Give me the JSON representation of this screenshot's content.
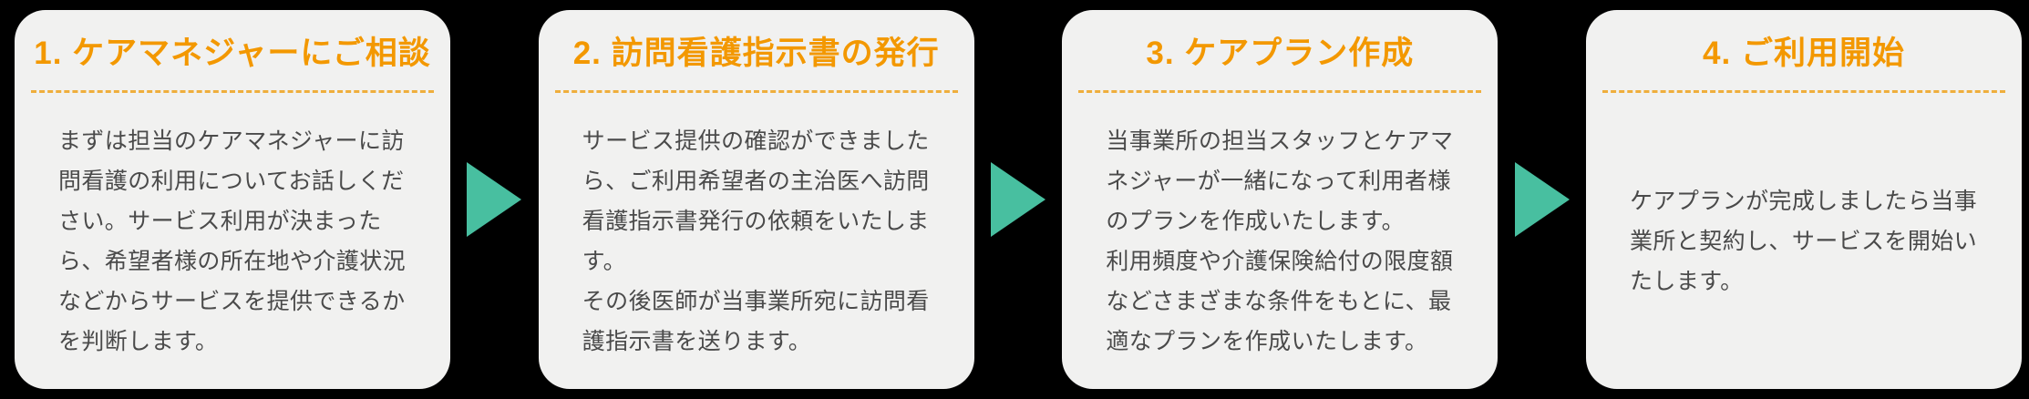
{
  "colors": {
    "background": "#000000",
    "card_bg": "#F1F1F0",
    "heading": "#F39800",
    "divider": "#EFAE3C",
    "body_text": "#4A4A4A",
    "arrow": "#48BFA0"
  },
  "steps": [
    {
      "heading": "1. ケアマネジャーにご相談",
      "body": "まずは担当のケアマネジャーに訪問看護の利用についてお話しください。サービス利用が決まったら、希望者様の所在地や介護状況などからサービスを提供できるかを判断します。"
    },
    {
      "heading": "2. 訪問看護指示書の発行",
      "body": "サービス提供の確認ができましたら、ご利用希望者の主治医へ訪問看護指示書発行の依頼をいたします。\nその後医師が当事業所宛に訪問看護指示書を送ります。"
    },
    {
      "heading": "3. ケアプラン作成",
      "body": "当事業所の担当スタッフとケアマネジャーが一緒になって利用者様のプランを作成いたします。\n利用頻度や介護保険給付の限度額などさまざまな条件をもとに、最適なプランを作成いたします。"
    },
    {
      "heading": "4. ご利用開始",
      "body": "ケアプランが完成しましたら当事業所と契約し、サービスを開始いたします。"
    }
  ],
  "arrows": [
    {
      "name": "arrow-1-2",
      "glyph": "▶"
    },
    {
      "name": "arrow-2-3",
      "glyph": "▶"
    },
    {
      "name": "arrow-3-4",
      "glyph": "▶"
    }
  ]
}
